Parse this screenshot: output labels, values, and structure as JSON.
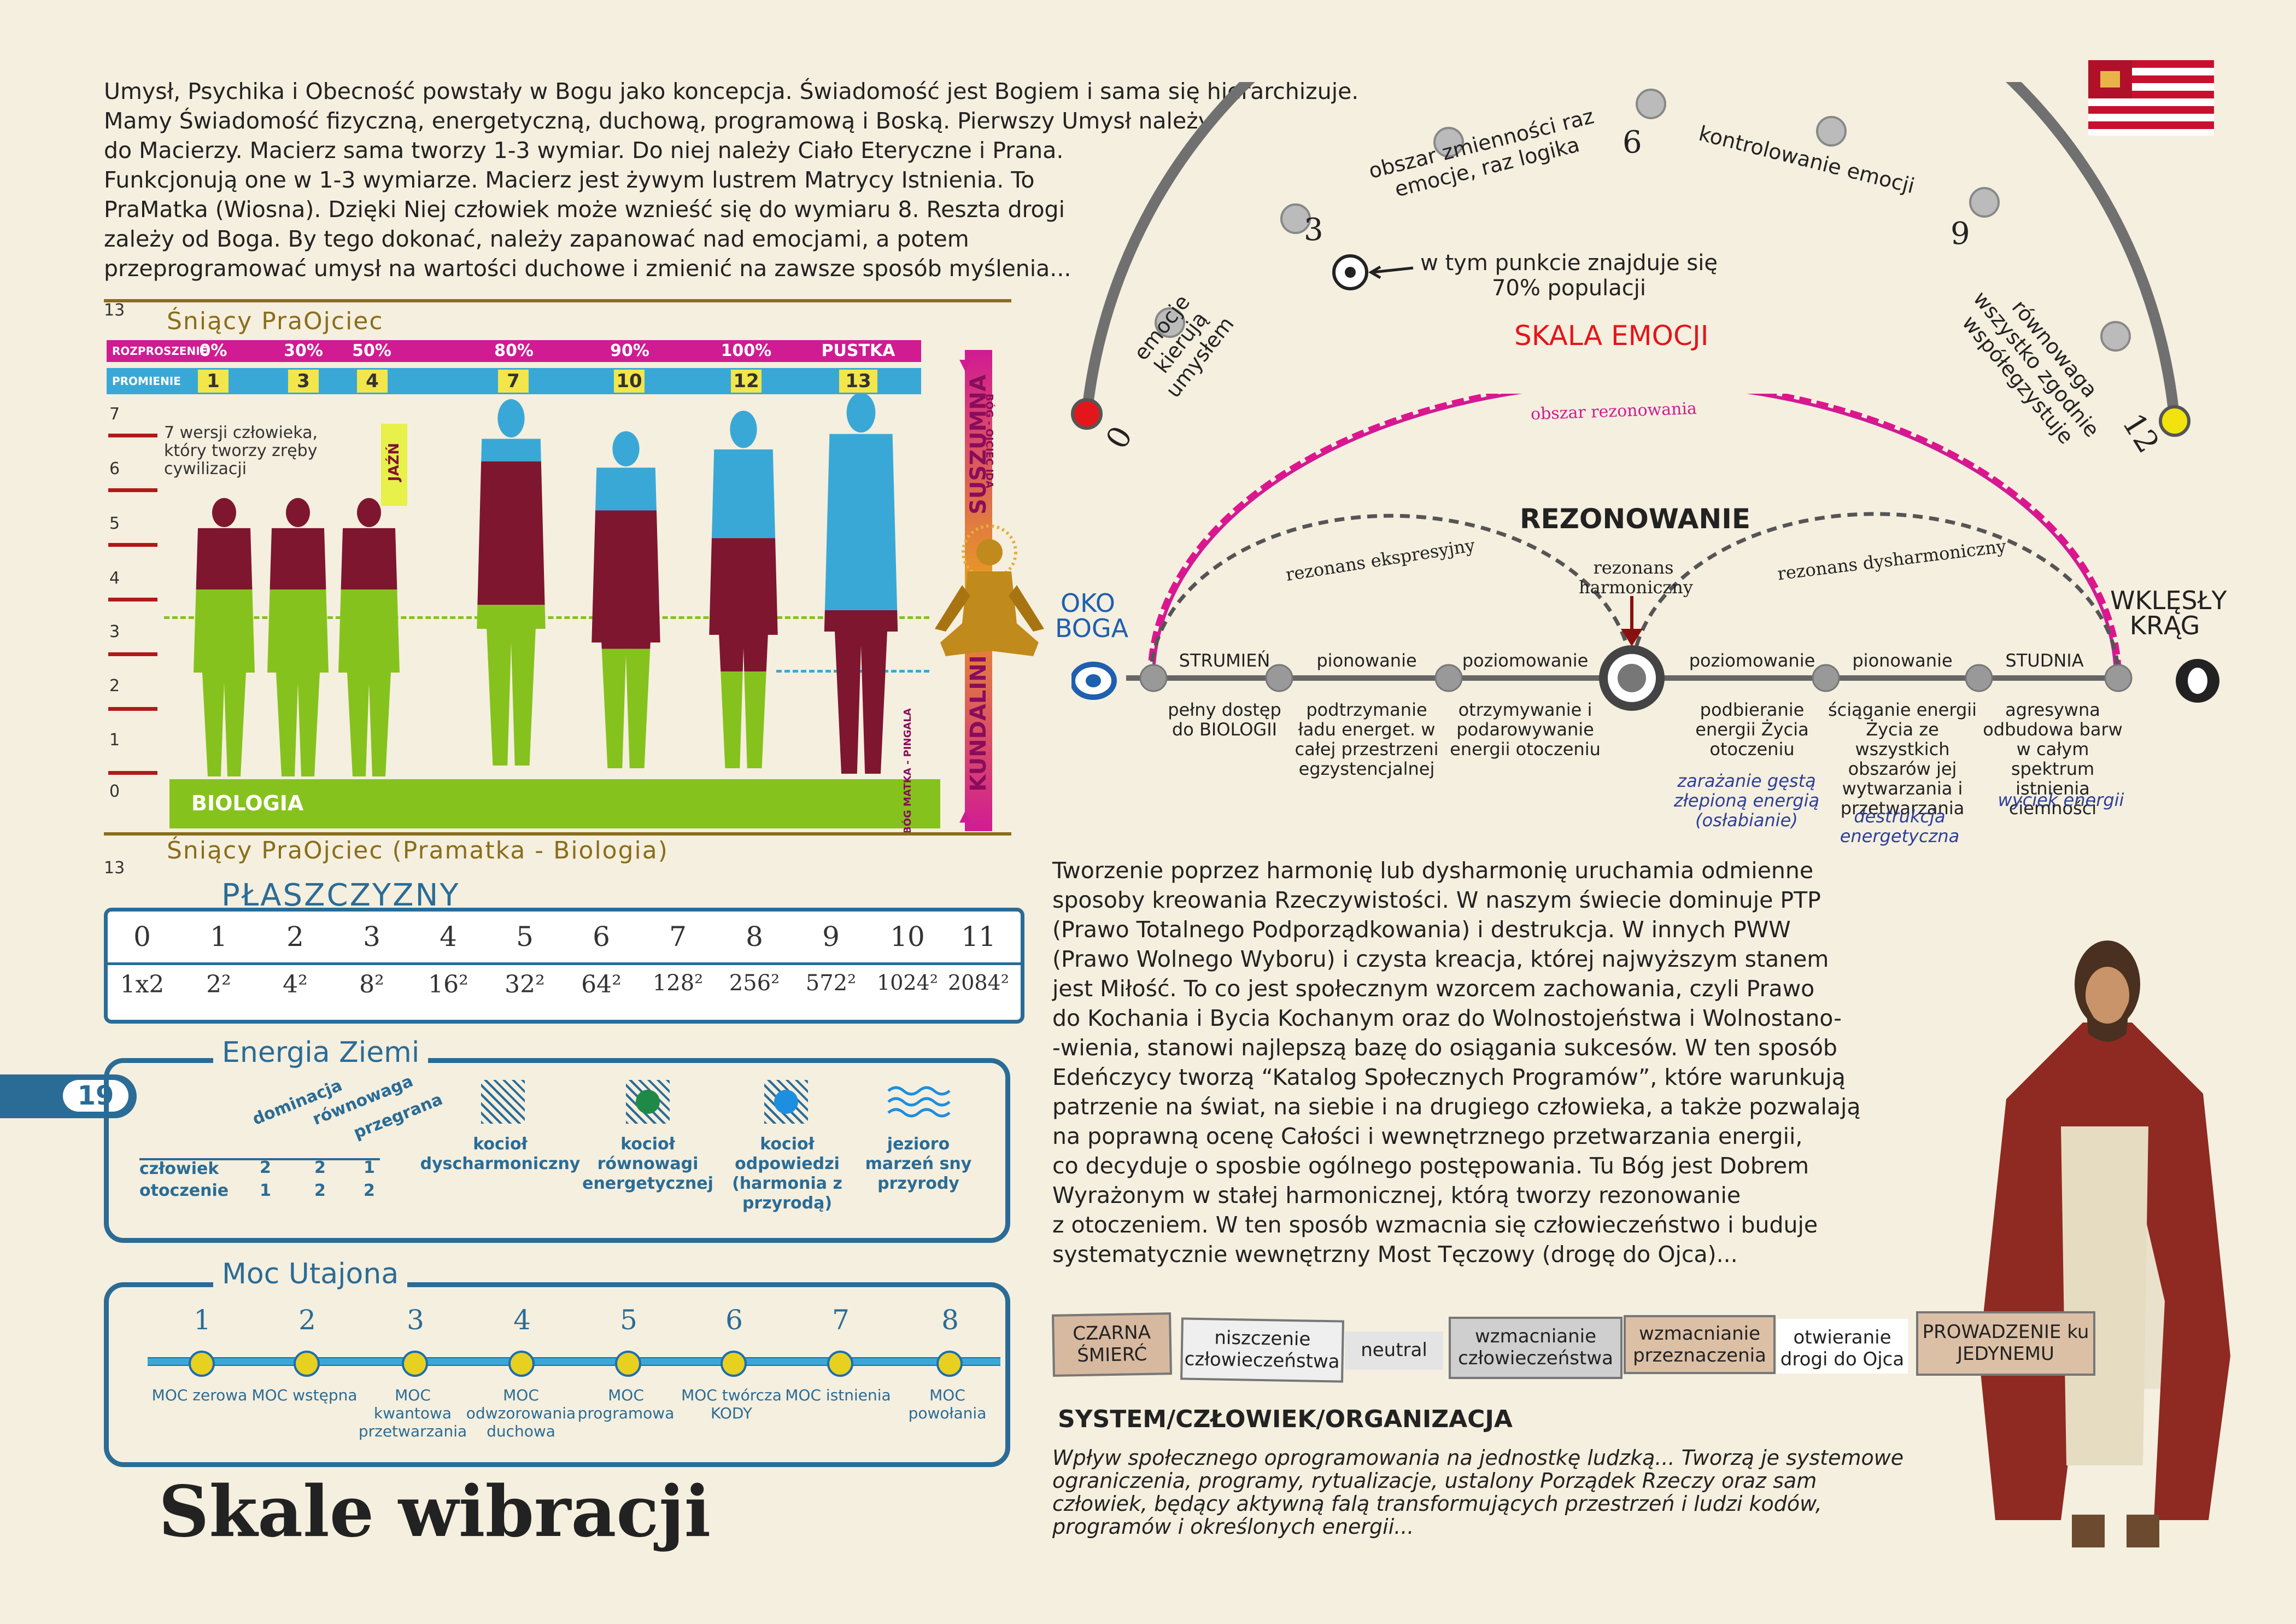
{
  "intro": {
    "lines": [
      "Umysł, Psychika i Obecność powstały w Bogu jako koncepcja. Świadomość jest Bogiem i sama się  hierarchizuje.",
      "Mamy Świadomość fizyczną, energetyczną, duchową, programową i Boską. Pierwszy Umysł należy",
      "do Macierzy. Macierz sama tworzy 1-3 wymiar. Do niej należy Ciało Eteryczne i Prana.",
      "Funkcjonują one w 1-3 wymiarze. Macierz jest żywym lustrem Matrycy Istnienia. To",
      "PraMatka (Wiosna). Dzięki Niej człowiek może wznieść się do wymiaru 8. Reszta drogi",
      "zależy od Boga. By tego dokonać, należy zapanować nad emocjami, a potem",
      "przeprogramować umysł na wartości duchowe i zmienić na zawsze sposób myślenia..."
    ]
  },
  "figure_chart": {
    "top_label": "Śniący PraOjciec",
    "bottom_label": "Śniący PraOjciec  (Pramatka - Biologia)",
    "scale_max": "13",
    "scale_min": "13",
    "row1_label": "ROZPROSZENIE",
    "row2_label": "PROMIENIE",
    "percents": [
      "0%",
      "30%",
      "50%",
      "80%",
      "90%",
      "100%",
      "PUSTKA"
    ],
    "rays": [
      "1",
      "3",
      "4",
      "7",
      "10",
      "12",
      "13"
    ],
    "left_scale": [
      "7",
      "6",
      "5",
      "4",
      "3",
      "2",
      "1",
      "0"
    ],
    "note": "7 wersji człowieka, który tworzy zręby cywilizacji",
    "jazn": "JAŹŃ",
    "biologia": "BIOLOGIA",
    "suszumna": "SUSZUMNA",
    "kundalini": "KUNDALINI",
    "bog_ojciec": "BÓG - OJCIEC IDA",
    "bog_matka": "BÓG MATKA - PINGALA"
  },
  "emotion_scale": {
    "title": "SKALA EMOCJI",
    "n0": "0",
    "n3": "3",
    "n6": "6",
    "n9": "9",
    "n12": "12",
    "seg1": "emocje kierują umysłem",
    "seg2": "obszar zmienności raz emocje, raz logika",
    "seg3": "kontrolowanie emocji",
    "seg4": "równowaga wszystko zgodnie współegzystuje",
    "point_note": "w tym punkcie znajduje się 70% populacji"
  },
  "resonance": {
    "title": "REZONOWANIE",
    "outer": "obszar rezonowania",
    "left_arc": "rezonans ekspresyjny",
    "right_arc": "rezonans dysharmoniczny",
    "center": "rezonans harmoniczny",
    "left_end": "OKO BOGA",
    "right_end": "WKLĘSŁY KRĄG",
    "stations": [
      "STRUMIEŃ",
      "pionowanie",
      "poziomowanie",
      "poziomowanie",
      "pionowanie",
      "STUDNIA"
    ],
    "desc": [
      "pełny dostęp do BIOLOGII",
      "podtrzymanie ładu energet. w całej przestrzeni egzystencjalnej",
      "otrzymywanie i podarowywanie energii otoczeniu",
      "podbieranie energii Życia otoczeniu",
      "ściąganie energii Życia ze wszystkich obszarów jej wytwarzania i przetwarzania",
      "agresywna odbudowa barw w całym spektrum istnienia ciemności"
    ],
    "effects": [
      "zarażanie gęstą złepioną energią (osłabianie)",
      "destrukcja energetyczna",
      "wyciek energii"
    ]
  },
  "planes": {
    "title": "PŁASZCZYZNY",
    "top": [
      "0",
      "1",
      "2",
      "3",
      "4",
      "5",
      "6",
      "7",
      "8",
      "9",
      "10",
      "11"
    ],
    "bottom": [
      "1x2",
      "2²",
      "4²",
      "8²",
      "16²",
      "32²",
      "64²",
      "128²",
      "256²",
      "572²",
      "1024²",
      "2084²"
    ]
  },
  "page_number": "19",
  "earth": {
    "title": "Energia Ziemi",
    "col_heads": [
      "dominacja",
      "równowaga",
      "przegrana"
    ],
    "row1": "człowiek",
    "row2": "otoczenie",
    "vals1": [
      "2",
      "2",
      "1"
    ],
    "vals2": [
      "1",
      "2",
      "2"
    ],
    "items": [
      "kocioł dyscharmoniczny",
      "kocioł równowagi energetycznej",
      "kocioł odpowiedzi (harmonia z przyrodą)",
      "jezioro marzeń sny przyrody"
    ]
  },
  "moc": {
    "title": "Moc Utajona",
    "nums": [
      "1",
      "2",
      "3",
      "4",
      "5",
      "6",
      "7",
      "8"
    ],
    "labels": [
      "MOC zerowa",
      "MOC wstępna",
      "MOC kwantowa przetwarzania",
      "MOC odwzorowania duchowa",
      "MOC programowa",
      "MOC twórcza KODY",
      "MOC istnienia",
      "MOC powołania"
    ]
  },
  "main_text": {
    "lines": [
      "Tworzenie poprzez harmonię lub dysharmonię uruchamia odmienne",
      "sposoby kreowania Rzeczywistości. W naszym świecie dominuje PTP",
      "(Prawo Totalnego Podporządkowania) i destrukcja. W innych PWW",
      "(Prawo Wolnego Wyboru) i czysta kreacja, której najwyższym stanem",
      "jest Miłość. To co jest społecznym wzorcem zachowania, czyli Prawo",
      "do Kochania i Bycia Kochanym oraz do Wolnostojeństwa i Wolnostano-",
      "-wienia, stanowi najlepszą bazę do osiągania sukcesów. W ten sposób",
      "Edeńczycy tworzą “Katalog Społecznych Programów”, które warunkują",
      "patrzenie na świat, na siebie i na drugiego człowieka, a także pozwalają",
      "na poprawną ocenę Całości i wewnętrznego przetwarzania energii,",
      "co decyduje o sposbie ogólnego postępowania. Tu Bóg jest Dobrem",
      "Wyrażonym w stałej harmonicznej, którą tworzy rezonowanie",
      "z otoczeniem. W ten sposób wzmacnia się człowieczeństwo i buduje",
      "systematycznie wewnętrzny Most Tęczowy (drogę do Ojca)..."
    ]
  },
  "system": {
    "boxes": [
      "CZARNA ŚMIERĆ",
      "niszczenie człowieczeństwa",
      "neutral",
      "wzmacnianie człowieczeństwa",
      "wzmacnianie przeznaczenia",
      "otwieranie drogi do Ojca",
      "PROWADZENIE ku JEDYNEMU"
    ],
    "title": "SYSTEM/CZŁOWIEK/ORGANIZACJA",
    "text": "Wpływ społecznego oprogramowania na jednostkę ludzką... Tworzą je systemowe ograniczenia, programy, rytualizacje, ustalony Porządek Rzeczy oraz sam człowiek, będący aktywną falą transformujących przestrzeń i ludzi kodów, programów i określonych energii..."
  },
  "page_title": "Skale wibracji",
  "colors": {
    "magenta": "#d01b93",
    "cyan": "#3aa8d6",
    "maroon": "#7e1630",
    "green": "#86c21d",
    "blue": "#2a6c96"
  }
}
